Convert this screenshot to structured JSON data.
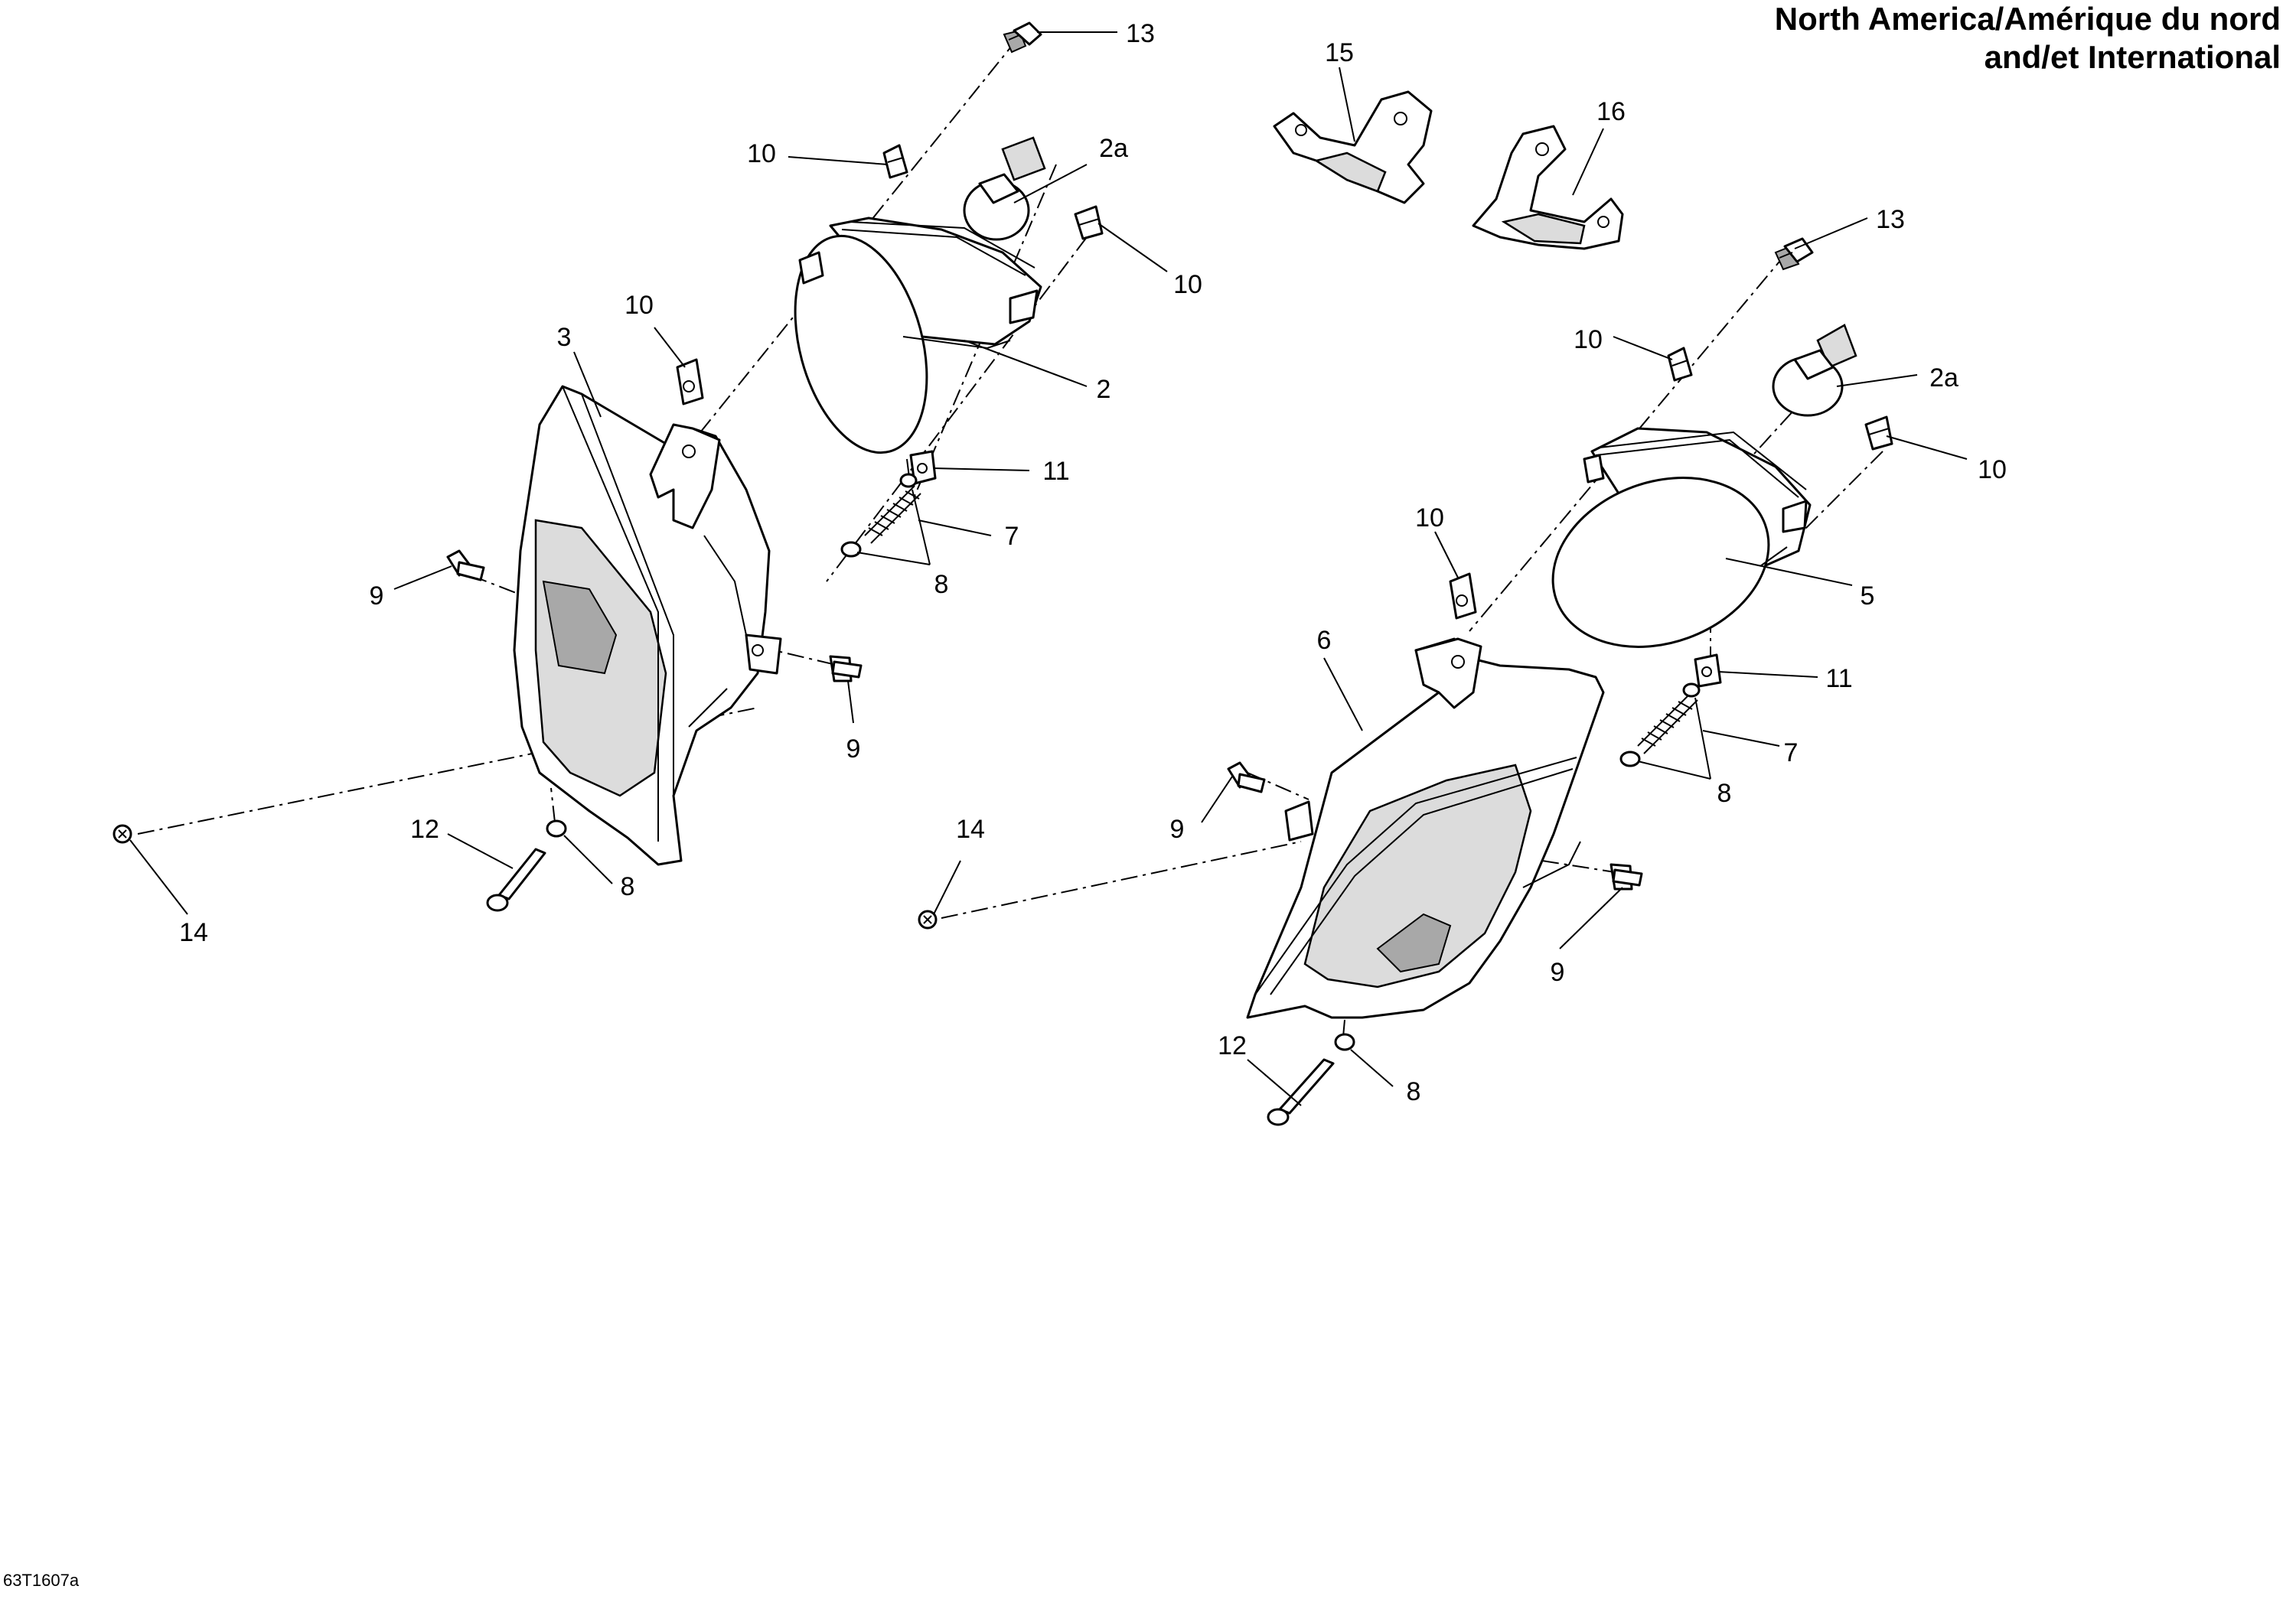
{
  "header": {
    "line1": "North America/Amérique du nord",
    "line2": "and/et International"
  },
  "doc_id": "63T1607a",
  "callouts": [
    {
      "label": "13"
    },
    {
      "label": "10"
    },
    {
      "label": "2a"
    },
    {
      "label": "10"
    },
    {
      "label": "10"
    },
    {
      "label": "3"
    },
    {
      "label": "2"
    },
    {
      "label": "11"
    },
    {
      "label": "7"
    },
    {
      "label": "8"
    },
    {
      "label": "9"
    },
    {
      "label": "9"
    },
    {
      "label": "12"
    },
    {
      "label": "8"
    },
    {
      "label": "14"
    },
    {
      "label": "15"
    },
    {
      "label": "16"
    },
    {
      "label": "13"
    },
    {
      "label": "10"
    },
    {
      "label": "2a"
    },
    {
      "label": "10"
    },
    {
      "label": "10"
    },
    {
      "label": "5"
    },
    {
      "label": "6"
    },
    {
      "label": "11"
    },
    {
      "label": "7"
    },
    {
      "label": "8"
    },
    {
      "label": "9"
    },
    {
      "label": "14"
    },
    {
      "label": "9"
    },
    {
      "label": "12"
    },
    {
      "label": "8"
    }
  ]
}
